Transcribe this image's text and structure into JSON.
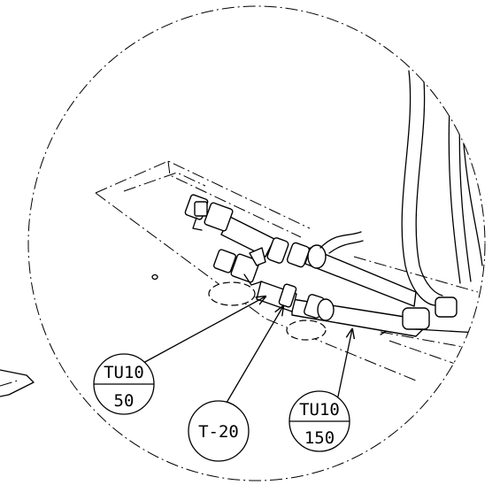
{
  "callouts": {
    "tu10_50": {
      "top": "TU10",
      "bottom": "50"
    },
    "t20": {
      "text": "T-20"
    },
    "tu10_150": {
      "top": "TU10",
      "bottom": "150"
    }
  },
  "colors": {
    "line": "#000000",
    "background": "#ffffff"
  }
}
